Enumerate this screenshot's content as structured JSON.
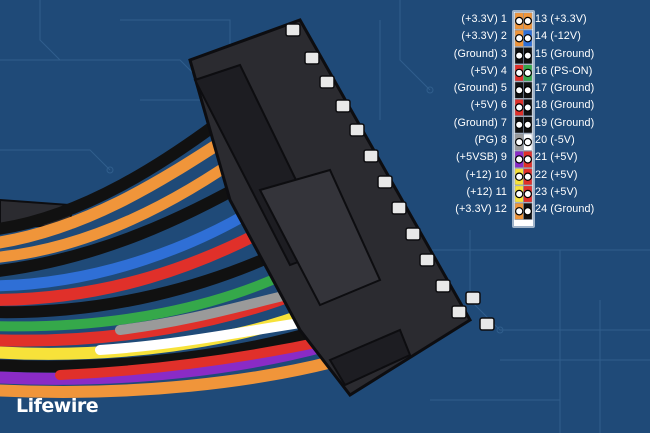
{
  "brand": "Lifewire",
  "colors": {
    "background": "#1f4a78",
    "grid_line": "#3f6f9e",
    "connector_body": "#2b2b30",
    "connector_edge": "#0d0d10",
    "pin_latch": "#e8e8e8"
  },
  "pinout": {
    "left_labels": [
      "(+3.3V) 1",
      "(+3.3V) 2",
      "(Ground) 3",
      "(+5V) 4",
      "(Ground) 5",
      "(+5V) 6",
      "(Ground) 7",
      "(PG) 8",
      "(+5VSB) 9",
      "(+12) 10",
      "(+12) 11",
      "(+3.3V) 12"
    ],
    "right_labels": [
      "13 (+3.3V)",
      "14 (-12V)",
      "15 (Ground)",
      "16 (PS-ON)",
      "17 (Ground)",
      "18 (Ground)",
      "19 (Ground)",
      "20 (-5V)",
      "21 (+5V)",
      "22 (+5V)",
      "23 (+5V)",
      "24 (Ground)"
    ],
    "left_pin_colors": [
      "#f0953a",
      "#f0953a",
      "#111111",
      "#e0302a",
      "#111111",
      "#e0302a",
      "#111111",
      "#9a9a9a",
      "#8a2bc6",
      "#f7e23a",
      "#f7e23a",
      "#f0953a"
    ],
    "right_pin_colors": [
      "#f0953a",
      "#2f6fd6",
      "#111111",
      "#35a84a",
      "#111111",
      "#111111",
      "#111111",
      "#ffffff",
      "#e0302a",
      "#e0302a",
      "#e0302a",
      "#111111"
    ]
  },
  "wire_colors": [
    "#111111",
    "#e0302a",
    "#f0953a",
    "#f7e23a",
    "#8a2bc6",
    "#ffffff",
    "#35a84a",
    "#2f6fd6",
    "#9a9a9a"
  ]
}
